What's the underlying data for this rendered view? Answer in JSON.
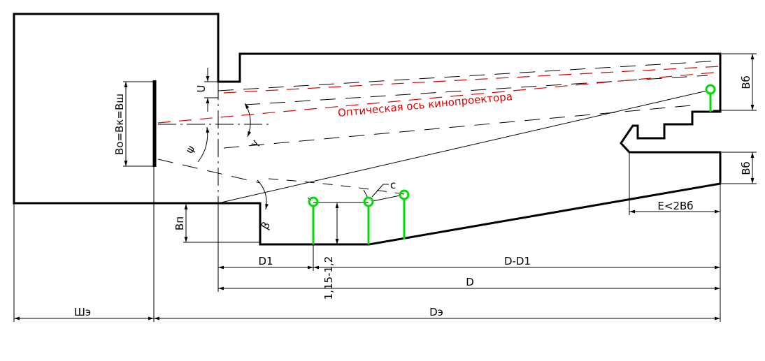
{
  "colors": {
    "line": "#000000",
    "axis": "#e00000",
    "marker": "#00dd00",
    "background": "#ffffff"
  },
  "labels": {
    "vb_top": "Вб",
    "vb_bottom": "Вб",
    "e_limit": "Е<2Вб",
    "d1": "D1",
    "d_minus_d1": "D-D1",
    "d": "D",
    "shz": "Шэ",
    "dz": "Dэ",
    "height_range": "1,15-1,2",
    "vp": "Вп",
    "u": "U",
    "screen_width": "Во=Вк=Вш",
    "optical_axis": "Оптическая ось кинопроектора",
    "psi": "ψ",
    "gamma": "γ",
    "beta": "β",
    "c": "с"
  }
}
